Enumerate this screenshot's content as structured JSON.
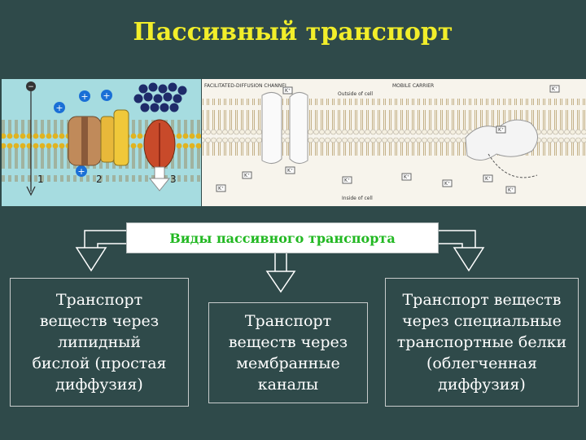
{
  "title": "Пассивный транспорт",
  "illustration": {
    "left_labels": [
      "1",
      "2",
      "3"
    ],
    "channel_label": "FACILITATED-DIFFUSION CHANNEL",
    "carrier_label": "MOBILE CARRIER",
    "outside_label": "Outside of cell",
    "inside_label": "Inside of cell",
    "ion": "K⁺"
  },
  "caption": "Виды пассивного транспорта",
  "boxes": {
    "lipid": "Транспорт\nвеществ через\nлипидный\nбислой (простая\nдиффузия)",
    "channels": "Транспорт\nвеществ через\nмембранные\nканалы",
    "carriers": "Транспорт веществ\nчерез специальные\nтранспортные белки\n(облегченная\nдиффузия)"
  },
  "colors": {
    "background": "#2f4a4a",
    "title": "#f2ee2a",
    "caption_text": "#22b822"
  }
}
